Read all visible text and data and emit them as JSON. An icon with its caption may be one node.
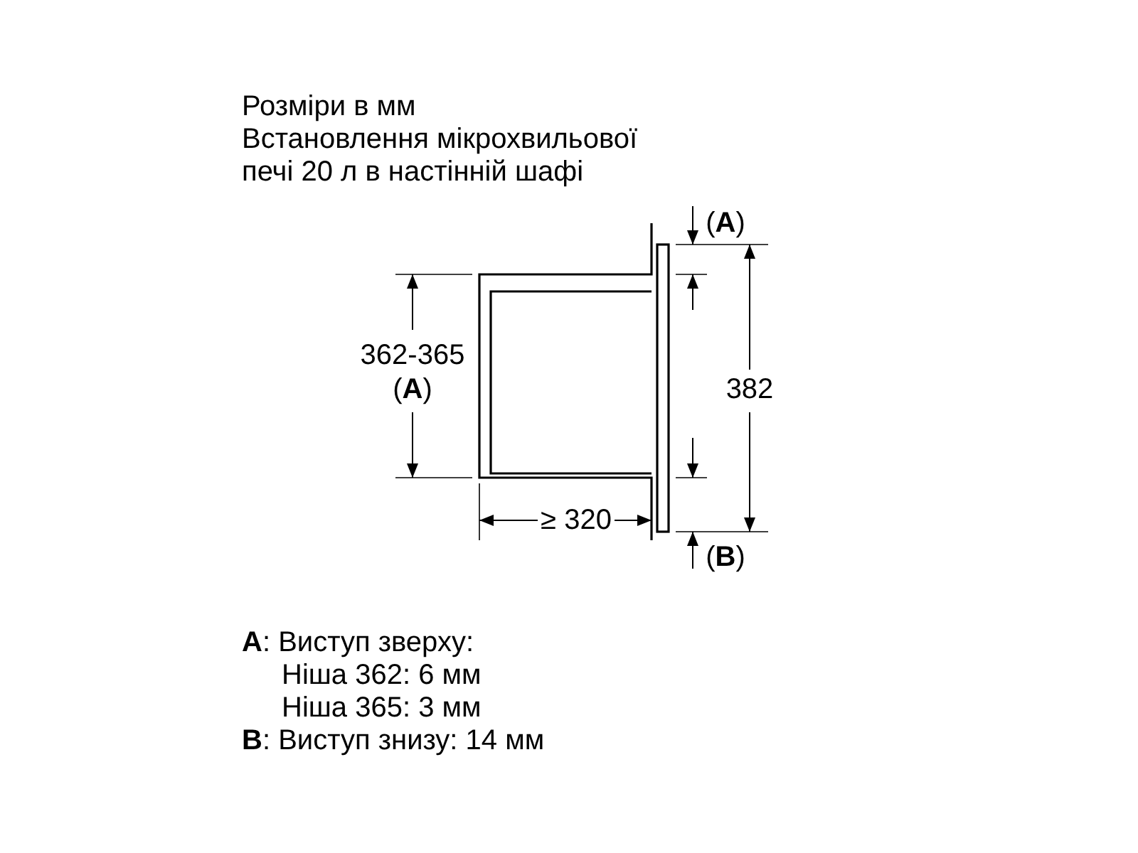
{
  "diagram": {
    "title": "Розміри в мм",
    "labels": [
      "Встановлення мікрохвильової печі 20 л в настінній шафі",
      "(**A**)",
      "362-365",
      "(**A**)",
      "382",
      "≥ 320",
      "(**B**)",
      "**A**: Виступ зверху:",
      "Ніша 362: 6 мм",
      "Ніша 365: 3 мм",
      "**B**: Виступ знизу: 14 мм"
    ]
  }
}
